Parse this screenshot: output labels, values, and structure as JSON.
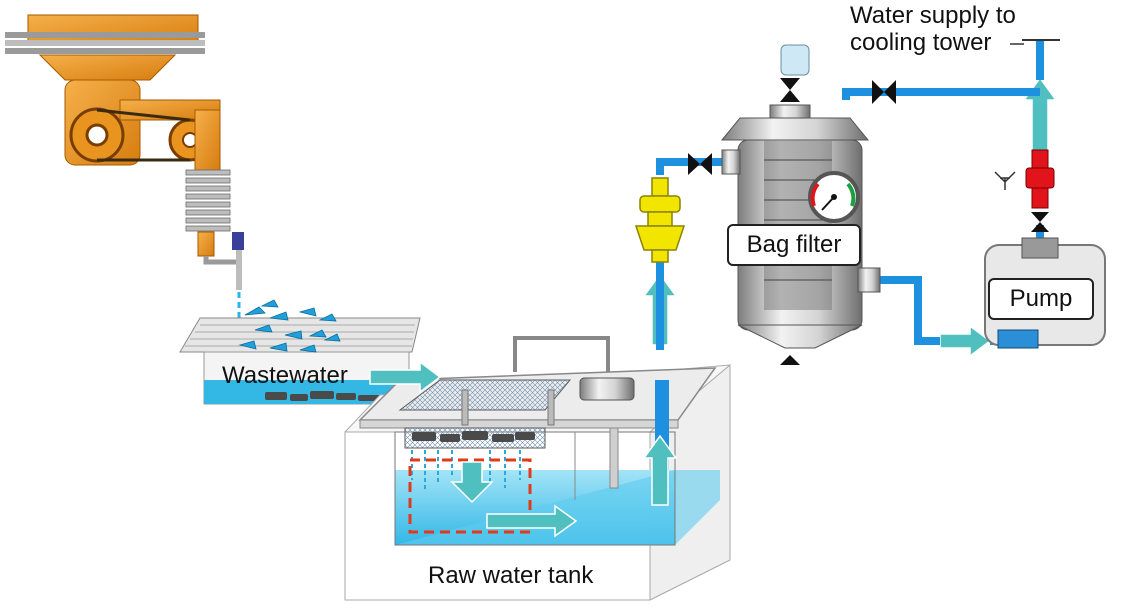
{
  "labels": {
    "wastewater": "Wastewater",
    "raw_water_tank": "Raw water tank",
    "bag_filter": "Bag filter",
    "pump": "Pump",
    "supply_line1": "Water supply to",
    "supply_line2": "cooling tower"
  },
  "colors": {
    "water": "#29b6e8",
    "water_light": "#7fd8f2",
    "pipe": "#1e90e0",
    "flow_arrow": "#4fbfbf",
    "machine": "#e8941f",
    "steel": "#b8b8b8",
    "valve": "#111111",
    "red_fitting": "#e0141a",
    "yellow_fitting": "#f2e600",
    "dashed_path": "#e03a1a"
  },
  "icons": [
    "machine-icon",
    "valve-icon",
    "flow-arrow-icon",
    "pressure-gauge-icon",
    "red-check-valve-icon",
    "yellow-fitting-icon"
  ]
}
